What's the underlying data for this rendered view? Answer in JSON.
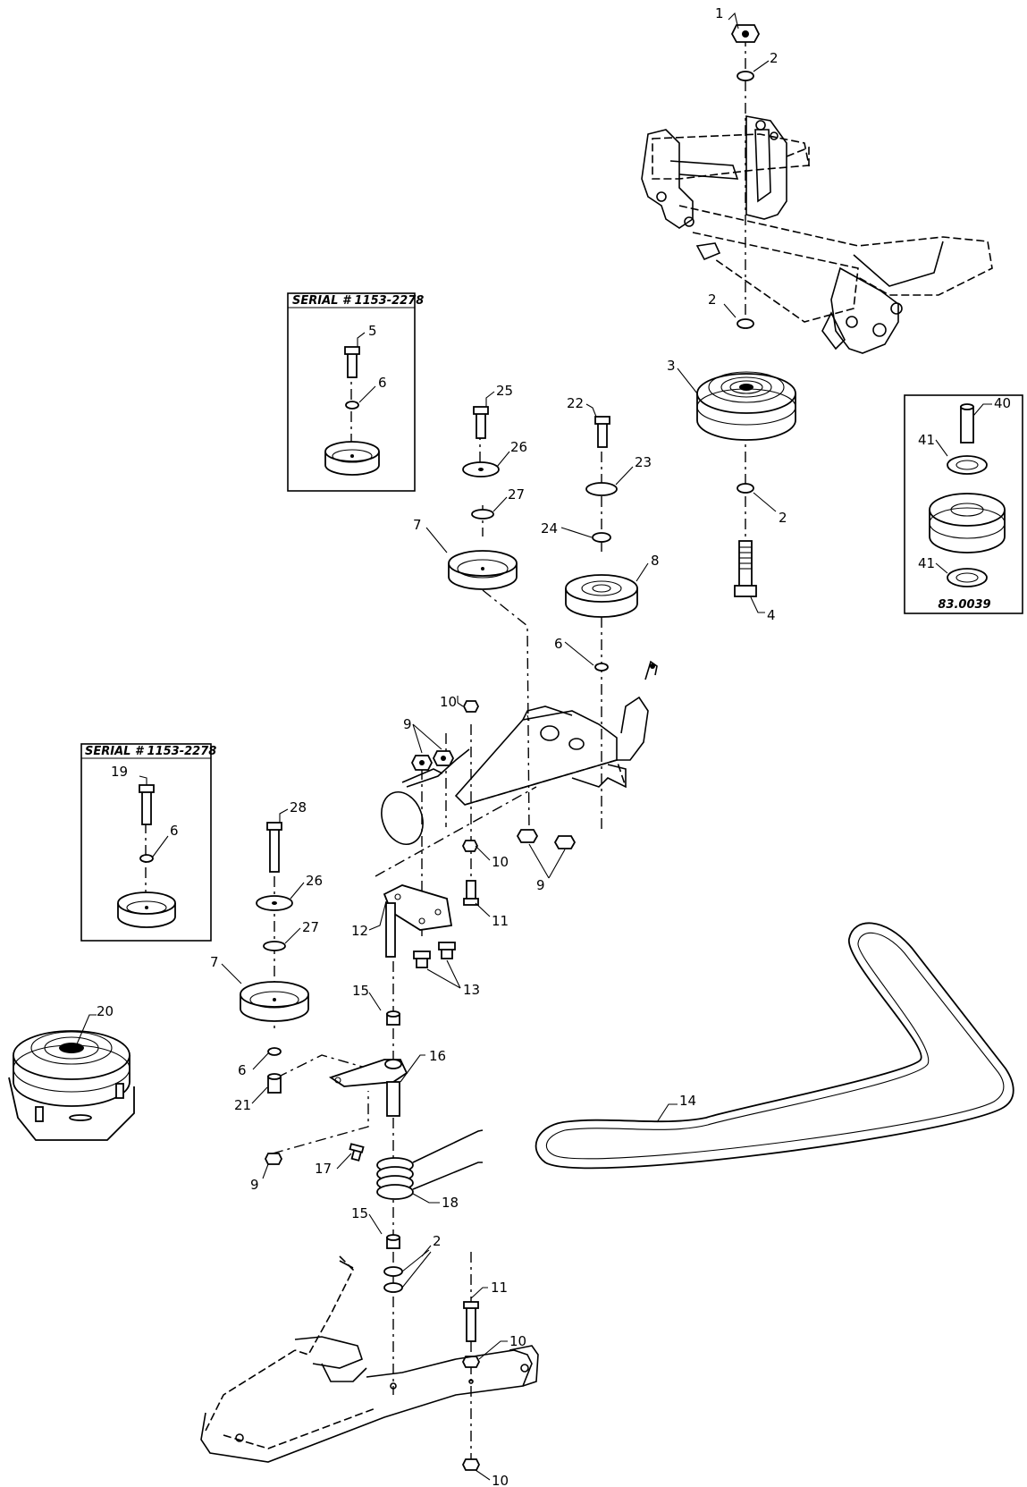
{
  "diagram": {
    "inset_boxes": [
      {
        "caption": "SERIAL # 1153-2278"
      },
      {
        "caption": "SERIAL # 1153-2278"
      },
      {
        "caption": "83.0039"
      }
    ],
    "callouts": [
      {
        "n": "1"
      },
      {
        "n": "2"
      },
      {
        "n": "2"
      },
      {
        "n": "2"
      },
      {
        "n": "2"
      },
      {
        "n": "3"
      },
      {
        "n": "4"
      },
      {
        "n": "5"
      },
      {
        "n": "6"
      },
      {
        "n": "25"
      },
      {
        "n": "26"
      },
      {
        "n": "27"
      },
      {
        "n": "7"
      },
      {
        "n": "22"
      },
      {
        "n": "23"
      },
      {
        "n": "24"
      },
      {
        "n": "8"
      },
      {
        "n": "6"
      },
      {
        "n": "10"
      },
      {
        "n": "9"
      },
      {
        "n": "10"
      },
      {
        "n": "9"
      },
      {
        "n": "11"
      },
      {
        "n": "12"
      },
      {
        "n": "13"
      },
      {
        "n": "19"
      },
      {
        "n": "6"
      },
      {
        "n": "28"
      },
      {
        "n": "26"
      },
      {
        "n": "27"
      },
      {
        "n": "7"
      },
      {
        "n": "15"
      },
      {
        "n": "16"
      },
      {
        "n": "20"
      },
      {
        "n": "6"
      },
      {
        "n": "21"
      },
      {
        "n": "9"
      },
      {
        "n": "17"
      },
      {
        "n": "18"
      },
      {
        "n": "15"
      },
      {
        "n": "11"
      },
      {
        "n": "10"
      },
      {
        "n": "10"
      },
      {
        "n": "14"
      },
      {
        "n": "40"
      },
      {
        "n": "41"
      },
      {
        "n": "41"
      }
    ]
  }
}
